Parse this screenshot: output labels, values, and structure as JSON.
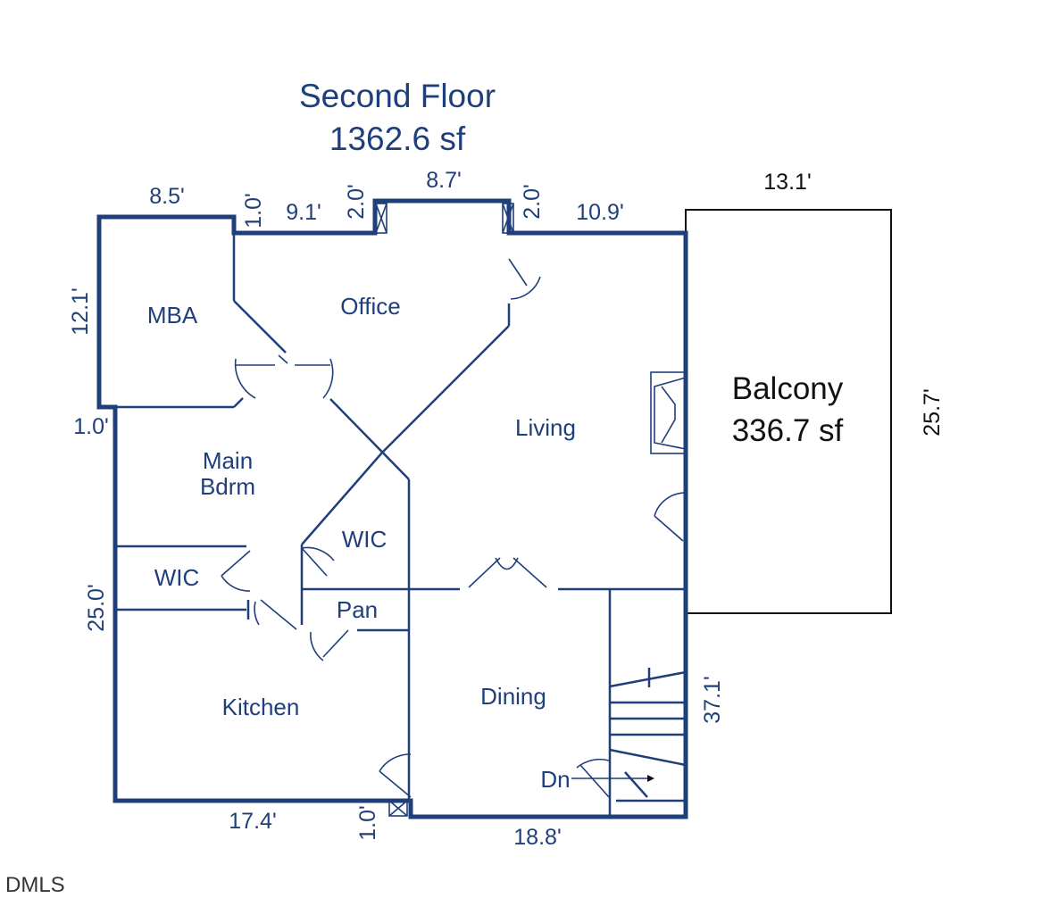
{
  "title": {
    "line1": "Second Floor",
    "line2": "1362.6 sf"
  },
  "balcony": {
    "label": "Balcony",
    "area": "336.7 sf"
  },
  "rooms": {
    "mba": "MBA",
    "office": "Office",
    "living": "Living",
    "main_bdrm_1": "Main",
    "main_bdrm_2": "Bdrm",
    "wic_upper": "WIC",
    "wic_lower": "WIC",
    "pantry": "Pan",
    "kitchen": "Kitchen",
    "dining": "Dining",
    "stairs_down": "Dn"
  },
  "dimensions": {
    "top_left": "8.5'",
    "top_small_1": "1.0'",
    "top_mid": "9.1'",
    "top_small_2": "2.0'",
    "top_bay": "8.7'",
    "top_small_3": "2.0'",
    "top_right": "10.9'",
    "balcony_width": "13.1'",
    "balcony_depth": "25.7'",
    "left_upper": "12.1'",
    "left_jog": "1.0'",
    "left_lower": "25.0'",
    "right_side": "37.1'",
    "bottom_left": "17.4'",
    "bottom_jog": "1.0'",
    "bottom_right": "18.8'"
  },
  "watermark": "DMLS",
  "colors": {
    "plan_blue": "#1f3f7a",
    "balcony_black": "#111111"
  }
}
